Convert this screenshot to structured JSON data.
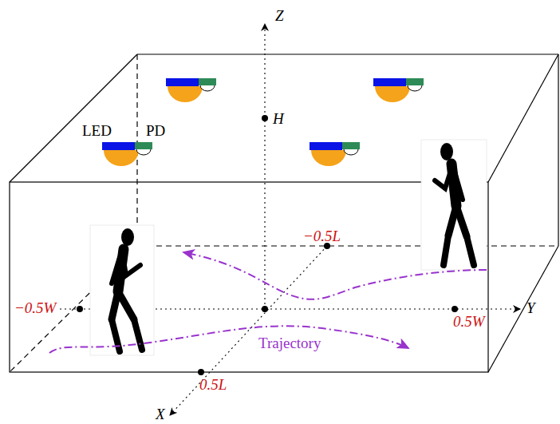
{
  "diagram": {
    "labels": [
      "Z",
      "H",
      "LED",
      "PD",
      "−0.5L",
      "−0.5W",
      "Y",
      "Trajectory",
      "0.5W",
      "0.5L",
      "X"
    ]
  }
}
